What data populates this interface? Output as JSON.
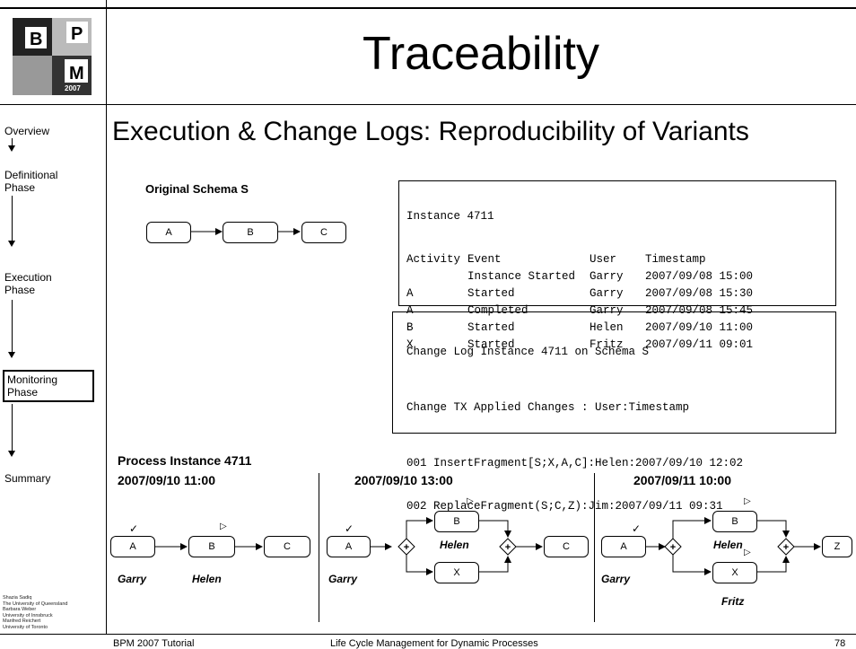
{
  "header": {
    "title": "Traceability"
  },
  "logo": {
    "letters": [
      "B",
      "P",
      "M"
    ],
    "year": "2007"
  },
  "nav": {
    "items": [
      "Overview",
      "Definitional\nPhase",
      "Execution\nPhase",
      "Monitoring\nPhase",
      "Summary"
    ],
    "active": "Monitoring Phase"
  },
  "credits": [
    "Shazia Sadiq",
    "The University of Queensland",
    "Barbara Weber",
    "University of Innsbruck",
    "Manfred Reichert",
    "University of Toronto"
  ],
  "main": {
    "subtitle": "Execution & Change Logs: Reproducibility of Variants",
    "schema_label": "Original Schema S",
    "schema_nodes": [
      "A",
      "B",
      "C"
    ],
    "execution_log": {
      "title": "Instance 4711",
      "columns": [
        "Activity",
        "Event",
        "User",
        "Timestamp"
      ],
      "rows": [
        [
          "",
          "Instance Started",
          "Garry",
          "2007/09/08 15:00"
        ],
        [
          "A",
          "Started",
          "Garry",
          "2007/09/08 15:30"
        ],
        [
          "A",
          "Completed",
          "Garry",
          "2007/09/08 15:45"
        ],
        [
          "B",
          "Started",
          "Helen",
          "2007/09/10 11:00"
        ],
        [
          "X",
          "Started",
          "Fritz",
          "2007/09/11 09:01"
        ]
      ]
    },
    "change_log": {
      "title": "Change Log Instance 4711 on Schema S",
      "header": "Change TX Applied Changes : User:Timestamp",
      "entries": [
        "001 InsertFragment[S;X,A,C]:Helen:2007/09/10 12:02",
        "002 ReplaceFragment(S;C,Z):Jim:2007/09/11 09:31"
      ]
    },
    "process_instance_label": "Process Instance 4711",
    "snapshots": [
      {
        "time": "2007/09/10 11:00",
        "nodes": [
          "A",
          "B",
          "C"
        ],
        "people": [
          "Garry",
          "Helen"
        ]
      },
      {
        "time": "2007/09/10 13:00",
        "nodes": [
          "A",
          "B",
          "X",
          "C"
        ],
        "people": [
          "Garry",
          "Helen"
        ]
      },
      {
        "time": "2007/09/11 10:00",
        "nodes": [
          "A",
          "B",
          "X",
          "Z"
        ],
        "people": [
          "Garry",
          "Helen",
          "Fritz"
        ]
      }
    ],
    "symbols": {
      "completed": "✓",
      "running": "▷",
      "and_gateway": "+"
    }
  },
  "footer": {
    "left": "BPM 2007 Tutorial",
    "center": "Life Cycle Management for Dynamic Processes",
    "page": "78"
  }
}
